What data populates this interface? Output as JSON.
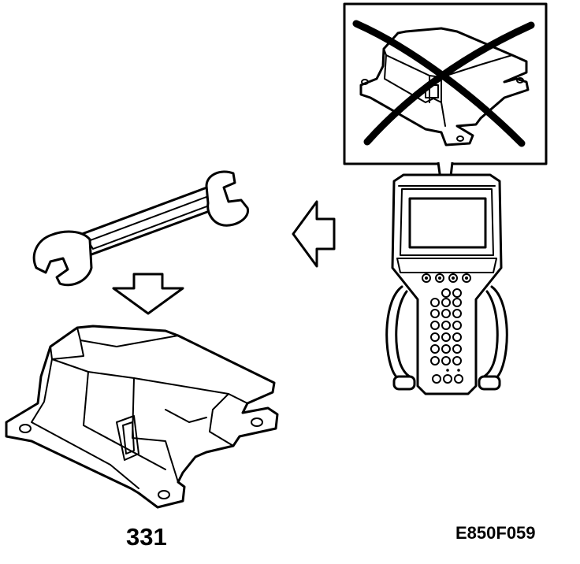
{
  "labels": {
    "part_number": "331",
    "figure_code": "E850F059"
  },
  "icons": {
    "wrench": "wrench-icon",
    "arrow_down": "arrow-down-icon",
    "arrow_left": "arrow-left-icon",
    "control_module": "airbag-control-module",
    "scan_tool": "diagnostic-scan-tool",
    "prohibited_module": "crossed-out-module"
  },
  "colors": {
    "ink": "#000000",
    "paper": "#ffffff"
  }
}
